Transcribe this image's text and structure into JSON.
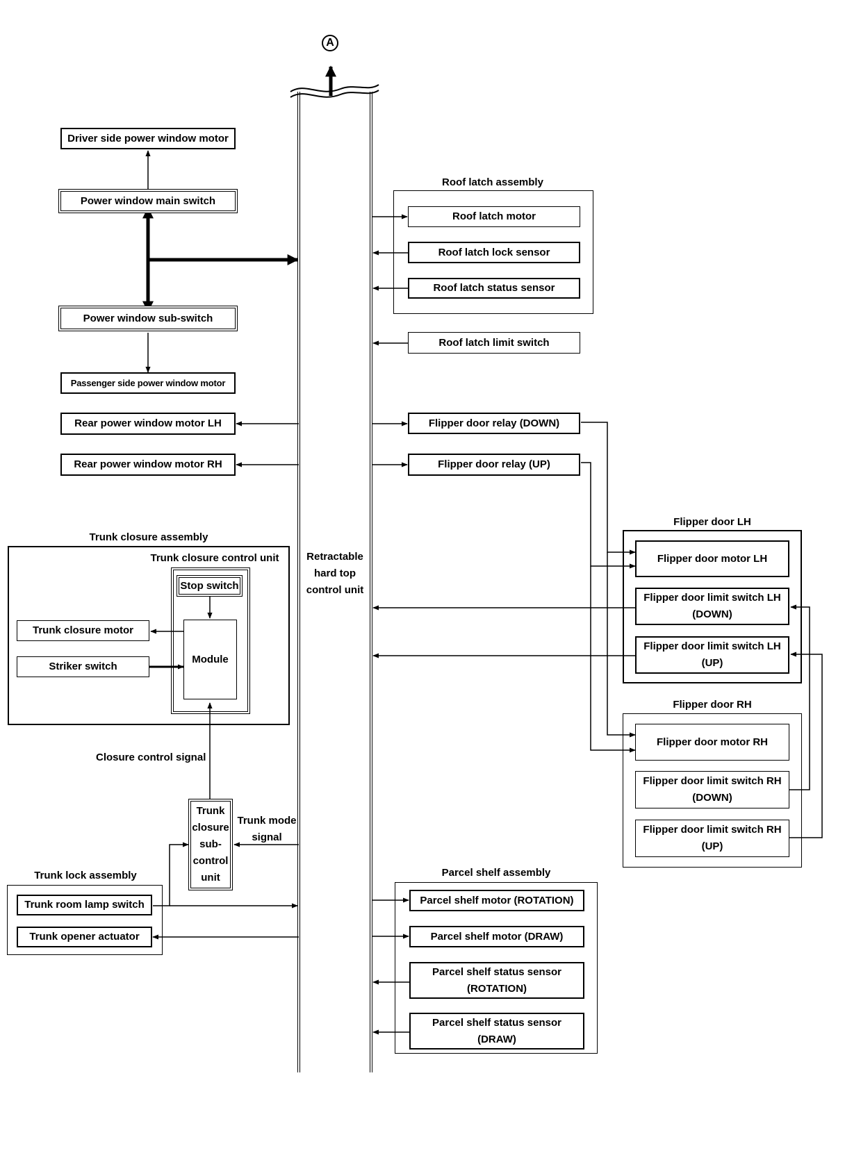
{
  "connector_symbol": "A",
  "central_unit": {
    "lines": [
      "Retractable",
      "hard top",
      "control unit"
    ]
  },
  "left_column": {
    "driver_motor": "Driver side power window motor",
    "main_switch": "Power window main switch",
    "sub_switch": "Power window sub-switch",
    "passenger_motor": "Passenger side power window motor",
    "rear_lh": "Rear power window motor LH",
    "rear_rh": "Rear power window motor RH"
  },
  "trunk_closure_assembly": {
    "title": "Trunk closure assembly",
    "control_unit_title": "Trunk closure control unit",
    "stop_switch": "Stop switch",
    "module": "Module",
    "motor": "Trunk closure motor",
    "striker": "Striker switch"
  },
  "closure_signal_label": "Closure control signal",
  "sub_control_unit": {
    "lines": [
      "Trunk",
      "closure",
      "sub-",
      "control",
      "unit"
    ]
  },
  "trunk_mode_signal": [
    "Trunk mode",
    "signal"
  ],
  "trunk_lock_assembly": {
    "title": "Trunk lock assembly",
    "lamp_switch": "Trunk room lamp switch",
    "opener": "Trunk opener actuator"
  },
  "roof_latch_assembly": {
    "title": "Roof latch assembly",
    "motor": "Roof latch motor",
    "lock_sensor": "Roof latch lock sensor",
    "status_sensor": "Roof latch status sensor"
  },
  "roof_latch_limit": "Roof latch limit switch",
  "relay_down": "Flipper door relay (DOWN)",
  "relay_up": "Flipper door relay (UP)",
  "flipper_lh": {
    "title": "Flipper door LH",
    "motor": "Flipper door motor LH",
    "limit_down": [
      "Flipper door limit switch LH",
      "(DOWN)"
    ],
    "limit_up": [
      "Flipper door limit switch LH",
      "(UP)"
    ]
  },
  "flipper_rh": {
    "title": "Flipper door RH",
    "motor": "Flipper door motor RH",
    "limit_down": [
      "Flipper door limit switch RH",
      "(DOWN)"
    ],
    "limit_up": [
      "Flipper door limit switch RH",
      "(UP)"
    ]
  },
  "parcel_shelf_assembly": {
    "title": "Parcel shelf  assembly",
    "motor_rotation": "Parcel shelf motor (ROTATION)",
    "motor_draw": "Parcel shelf motor (DRAW)",
    "status_rotation": [
      "Parcel shelf status sensor",
      "(ROTATION)"
    ],
    "status_draw": [
      "Parcel shelf status sensor",
      "(DRAW)"
    ]
  }
}
